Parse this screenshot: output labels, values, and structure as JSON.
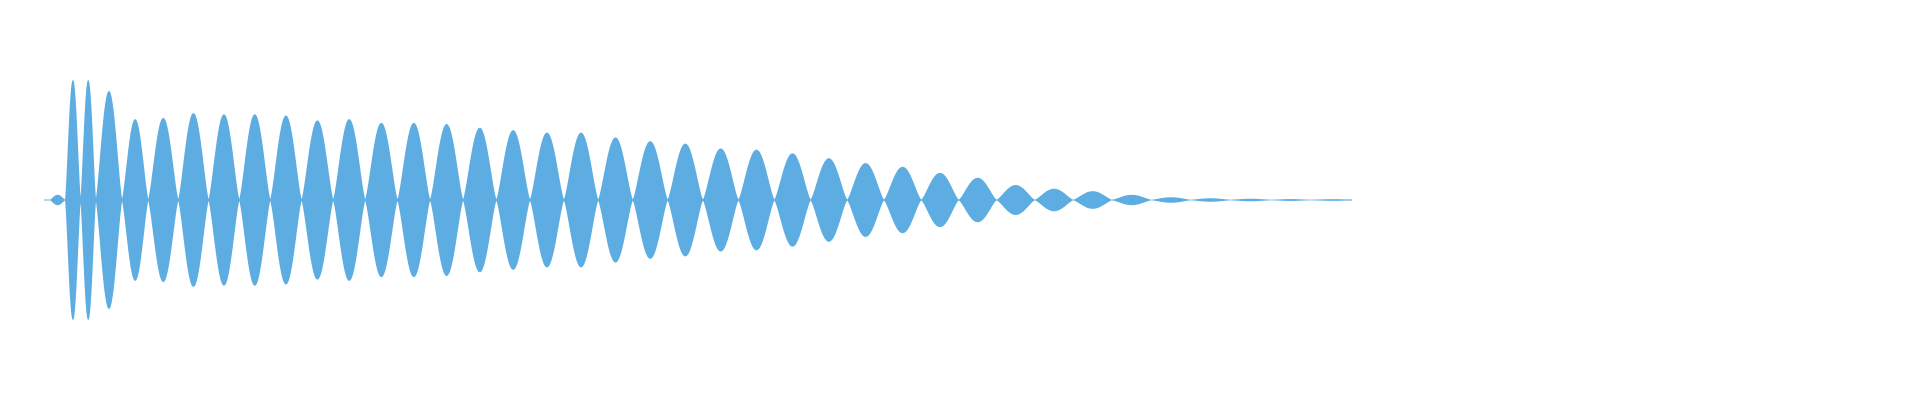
{
  "waveform": {
    "color": "#5DADE2",
    "background": "#ffffff",
    "envelope": [
      0.04,
      0.98,
      0.98,
      0.89,
      0.66,
      0.67,
      0.71,
      0.7,
      0.7,
      0.69,
      0.65,
      0.66,
      0.63,
      0.63,
      0.62,
      0.59,
      0.57,
      0.55,
      0.55,
      0.51,
      0.48,
      0.46,
      0.42,
      0.41,
      0.38,
      0.34,
      0.3,
      0.27,
      0.22,
      0.18,
      0.12,
      0.09,
      0.07,
      0.04,
      0.02,
      0.012,
      0.008,
      0.005,
      0.004
    ]
  }
}
